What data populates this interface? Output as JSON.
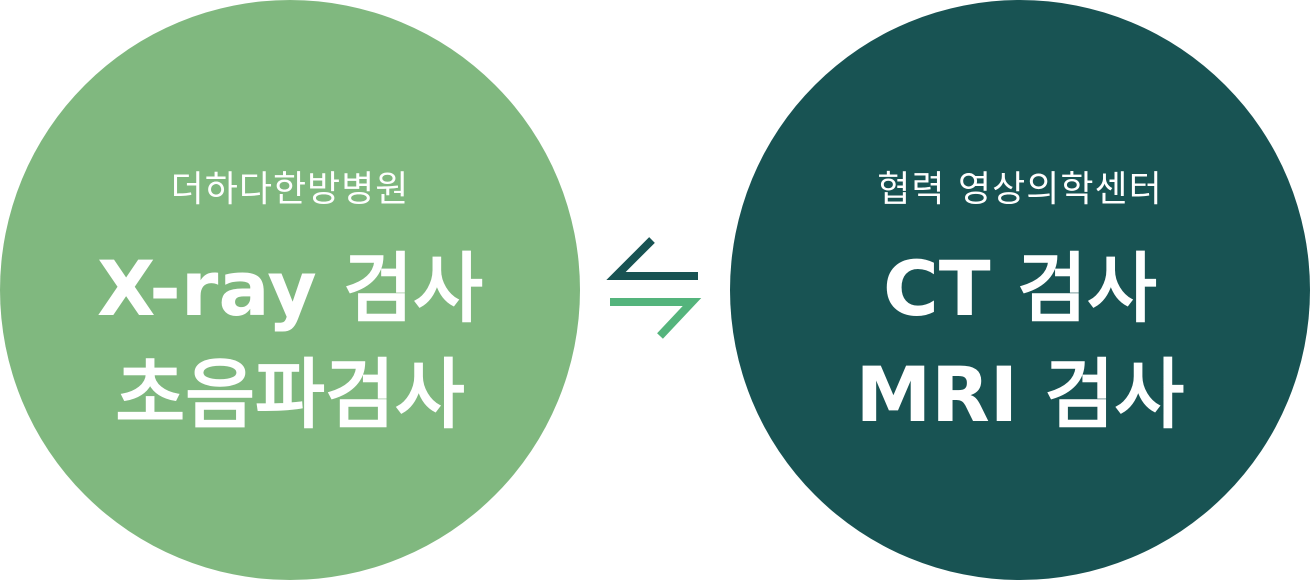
{
  "colors": {
    "left_circle": "#80b87f",
    "right_circle": "#185353",
    "arrow_top": "#185353",
    "arrow_bottom": "#54b47c",
    "text": "#ffffff"
  },
  "left": {
    "subtitle": "더하다한방병원",
    "lines": [
      "X-ray 검사",
      "초음파검사"
    ]
  },
  "right": {
    "subtitle": "협력 영상의학센터",
    "lines": [
      "CT 검사",
      "MRI 검사"
    ]
  },
  "connector": {
    "icon": "exchange-arrows-icon"
  }
}
